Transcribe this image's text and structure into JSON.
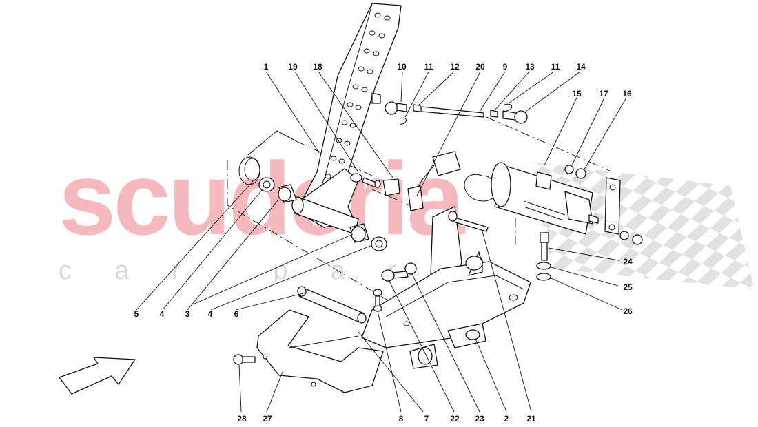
{
  "watermark": {
    "brand": "scuderia",
    "tagline": "car parts",
    "colors": {
      "brand": "#f5b9bd",
      "tagline": "#d9d9d9",
      "checker": "#dcdcdc"
    }
  },
  "diagram": {
    "callouts": [
      "1",
      "19",
      "18",
      "10",
      "11",
      "12",
      "20",
      "9",
      "13",
      "11",
      "14",
      "15",
      "17",
      "16",
      "24",
      "25",
      "26",
      "5",
      "4",
      "3",
      "4",
      "6",
      "8",
      "7",
      "22",
      "23",
      "2",
      "21",
      "28",
      "27"
    ],
    "arrow_icon": "direction-arrow-icon"
  }
}
